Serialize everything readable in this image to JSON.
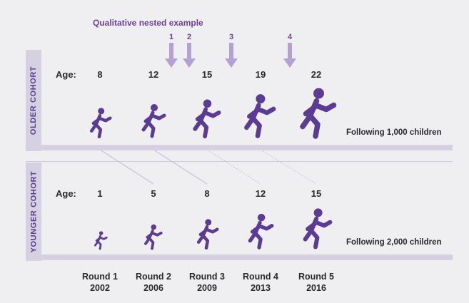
{
  "qualitative": {
    "title": "Qualitative nested example",
    "arrows": [
      "1",
      "2",
      "3",
      "4"
    ]
  },
  "older_cohort": {
    "label": "OLDER COHORT",
    "age_label": "Age:",
    "ages": [
      "8",
      "12",
      "15",
      "19",
      "22"
    ],
    "following": "Following 1,000 children"
  },
  "younger_cohort": {
    "label": "YOUNGER COHORT",
    "age_label": "Age:",
    "ages": [
      "1",
      "5",
      "8",
      "12",
      "15"
    ],
    "following": "Following 2,000 children"
  },
  "rounds": [
    {
      "name": "Round 1",
      "year": "2002"
    },
    {
      "name": "Round 2",
      "year": "2006"
    },
    {
      "name": "Round 3",
      "year": "2009"
    },
    {
      "name": "Round 4",
      "year": "2013"
    },
    {
      "name": "Round 5",
      "year": "2016"
    }
  ],
  "colors": {
    "background": "#efeef1",
    "band": "#d6d1e1",
    "figure": "#5b3b94",
    "accent": "#6b3fa0",
    "arrow": "#b3a0d4"
  },
  "icons": {
    "figure": "running-child-icon",
    "arrow": "down-arrow-icon"
  }
}
